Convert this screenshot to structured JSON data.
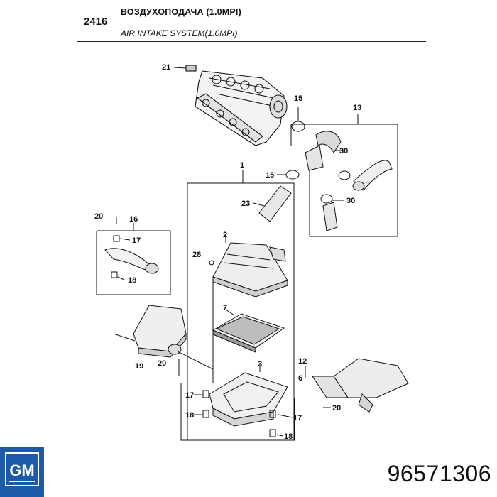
{
  "header": {
    "section_code": "2416",
    "title_ru": "ВОЗДУХОПОДАЧА (1.0MPI)",
    "title_en": "AIR INTAKE SYSTEM(1.0MPI)"
  },
  "part_number": "96571306",
  "logo": {
    "text": "GM",
    "color": "#1d5ba8"
  },
  "callouts": {
    "c21": "21",
    "c15a": "15",
    "c13": "13",
    "c30a": "30",
    "c15b": "15",
    "c1": "1",
    "c23": "23",
    "c30b": "30",
    "c20a": "20",
    "c16": "16",
    "c17a": "17",
    "c2": "2",
    "c28": "28",
    "c18a": "18",
    "c7": "7",
    "c19": "19",
    "c20b": "20",
    "c3": "3",
    "c12": "12",
    "c6": "6",
    "c17b": "17",
    "c17c": "17",
    "c20c": "20",
    "c18b": "18",
    "c18c": "18"
  }
}
